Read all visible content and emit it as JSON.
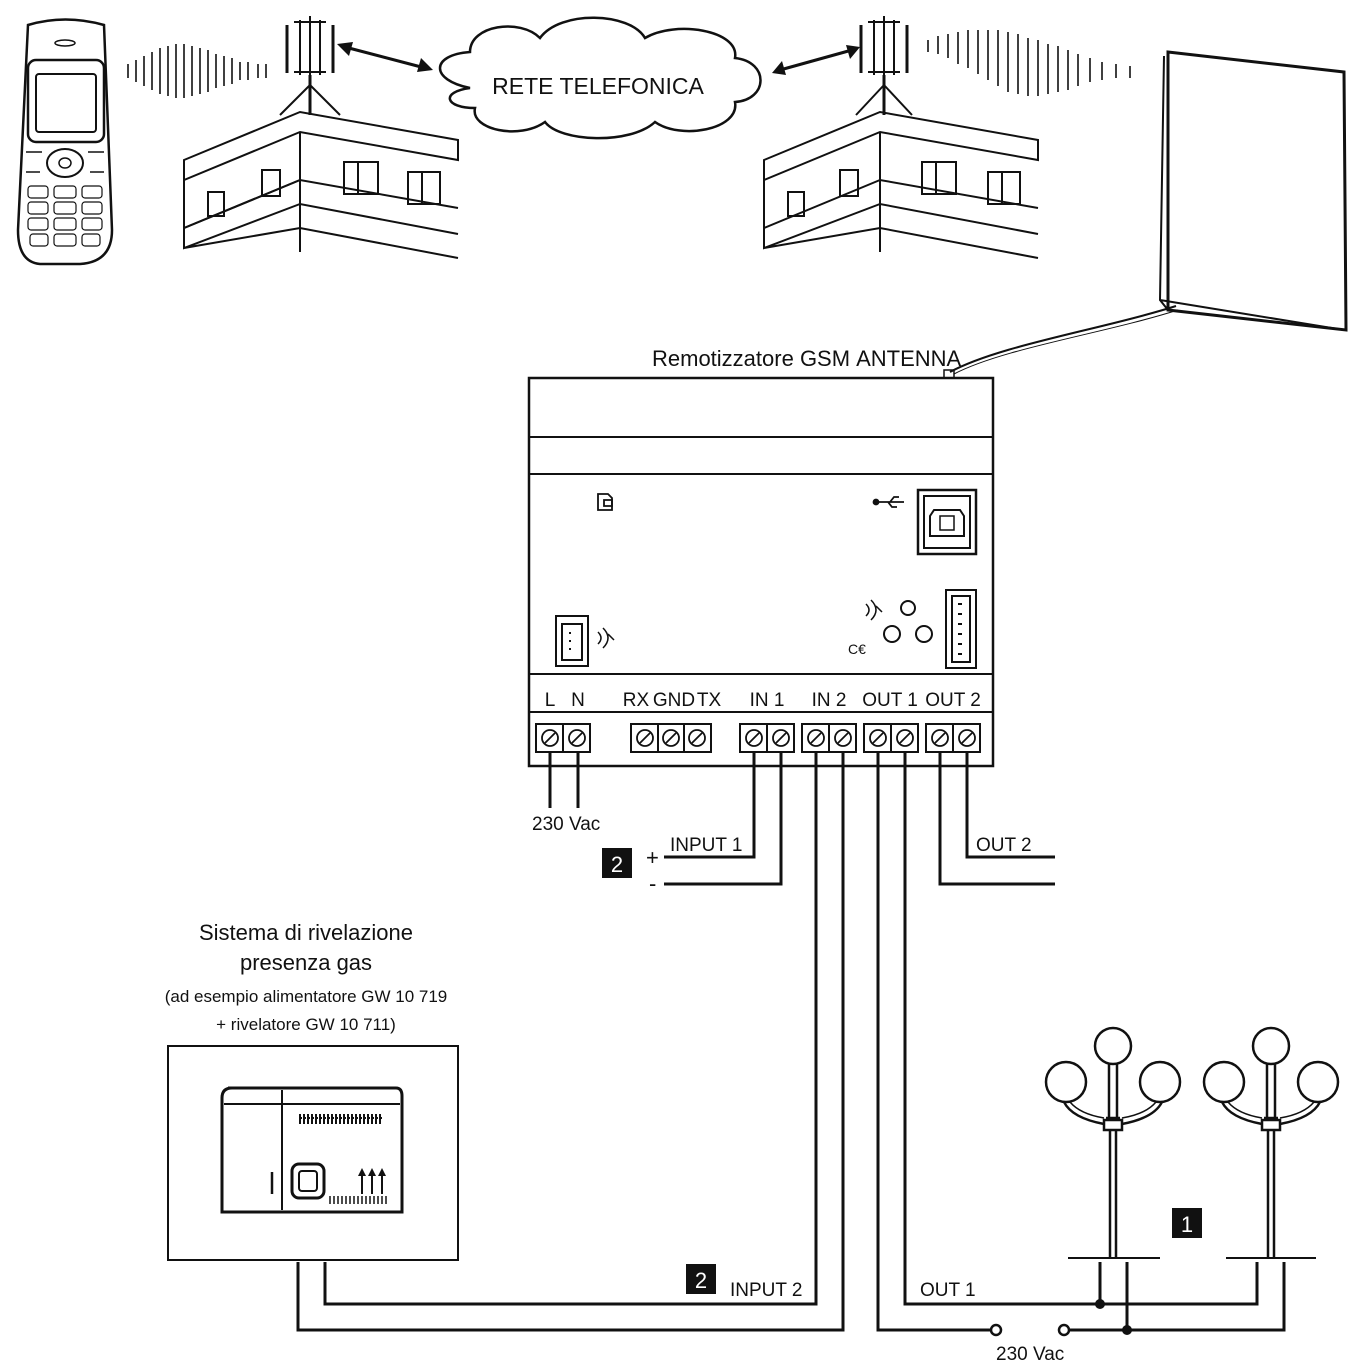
{
  "network": {
    "cloud_label": "RETE TELEFONICA"
  },
  "device": {
    "title": "Remotizzatore GSM",
    "antenna_label": "ANTENNA",
    "terminal_labels": [
      "L",
      "N",
      "RX",
      "GND",
      "TX",
      "IN 1",
      "IN 2",
      "OUT 1",
      "OUT 2"
    ],
    "ce_mark": "C€"
  },
  "wiring": {
    "supply_label": "230 Vac",
    "input1_label": "INPUT 1",
    "input1_plus": "+",
    "input1_minus": "-",
    "input1_badge": "2",
    "out2_label": "OUT 2",
    "input2_label": "INPUT 2",
    "input2_badge": "2",
    "out1_label": "OUT 1",
    "lamps_badge": "1",
    "lamps_supply_label": "230 Vac"
  },
  "gas_system": {
    "title_line1": "Sistema di rivelazione",
    "title_line2": "presenza gas",
    "note_line1": "(ad esempio alimentatore GW 10 719",
    "note_line2": "+ rivelatore GW 10 711)"
  },
  "icons": [
    "mobile-phone-icon",
    "radio-waves-icon",
    "antenna-tower-icon",
    "building-icon",
    "usb-icon",
    "sim-icon",
    "antenna-panel-icon",
    "street-lamp-icon"
  ]
}
